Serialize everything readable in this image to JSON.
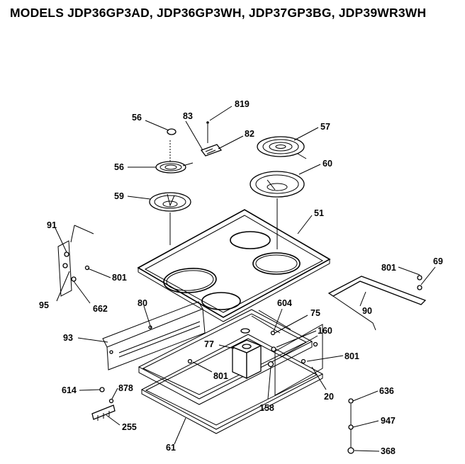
{
  "header": {
    "title": "MODELS JDP36GP3AD, JDP36GP3WH, JDP37GP3BG, JDP39WR3WH"
  },
  "callouts": [
    {
      "id": "c56a",
      "label": "56"
    },
    {
      "id": "c83",
      "label": "83"
    },
    {
      "id": "c819",
      "label": "819"
    },
    {
      "id": "c82",
      "label": "82"
    },
    {
      "id": "c57",
      "label": "57"
    },
    {
      "id": "c56b",
      "label": "56"
    },
    {
      "id": "c60",
      "label": "60"
    },
    {
      "id": "c59",
      "label": "59"
    },
    {
      "id": "c51",
      "label": "51"
    },
    {
      "id": "c91",
      "label": "91"
    },
    {
      "id": "c801a",
      "label": "801"
    },
    {
      "id": "c95",
      "label": "95"
    },
    {
      "id": "c662",
      "label": "662"
    },
    {
      "id": "c80",
      "label": "80"
    },
    {
      "id": "c604",
      "label": "604"
    },
    {
      "id": "c75",
      "label": "75"
    },
    {
      "id": "c801b",
      "label": "801"
    },
    {
      "id": "c69",
      "label": "69"
    },
    {
      "id": "c90",
      "label": "90"
    },
    {
      "id": "c93",
      "label": "93"
    },
    {
      "id": "c160",
      "label": "160"
    },
    {
      "id": "c77",
      "label": "77"
    },
    {
      "id": "c801c",
      "label": "801"
    },
    {
      "id": "c801d",
      "label": "801"
    },
    {
      "id": "c158",
      "label": "158"
    },
    {
      "id": "c20",
      "label": "20"
    },
    {
      "id": "c614",
      "label": "614"
    },
    {
      "id": "c878",
      "label": "878"
    },
    {
      "id": "c636",
      "label": "636"
    },
    {
      "id": "c255",
      "label": "255"
    },
    {
      "id": "c947",
      "label": "947"
    },
    {
      "id": "c61",
      "label": "61"
    },
    {
      "id": "c368",
      "label": "368"
    }
  ]
}
